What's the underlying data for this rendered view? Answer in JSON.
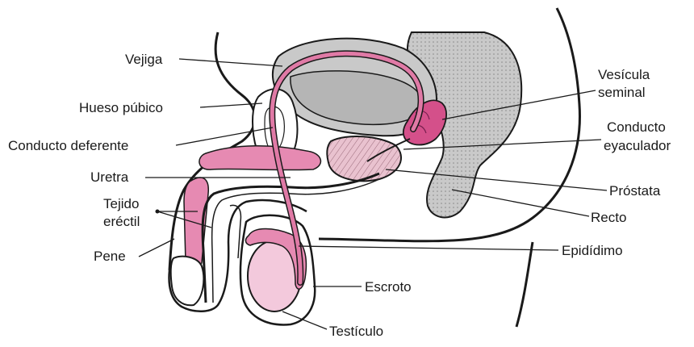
{
  "labels": {
    "vejiga": "Vejiga",
    "hueso_pubico": "Hueso púbico",
    "conducto_deferente": "Conducto deferente",
    "uretra": "Uretra",
    "tejido_erectil_1": "Tejido",
    "tejido_erectil_2": "eréctil",
    "pene": "Pene",
    "vesicula_seminal_1": "Vesícula",
    "vesicula_seminal_2": "seminal",
    "conducto_eyaculador_1": "Conducto",
    "conducto_eyaculador_2": "eyaculador",
    "prostata": "Próstata",
    "recto": "Recto",
    "epididimo": "Epidídimo",
    "escroto": "Escroto",
    "testiculo": "Testículo"
  },
  "colors": {
    "pink": "#e07aa6",
    "pink_light": "#f3c9dc",
    "magenta": "#d4508a",
    "gray": "#c8c8c8",
    "gray_dark": "#a9a9a9",
    "outline": "#1a1a1a"
  }
}
